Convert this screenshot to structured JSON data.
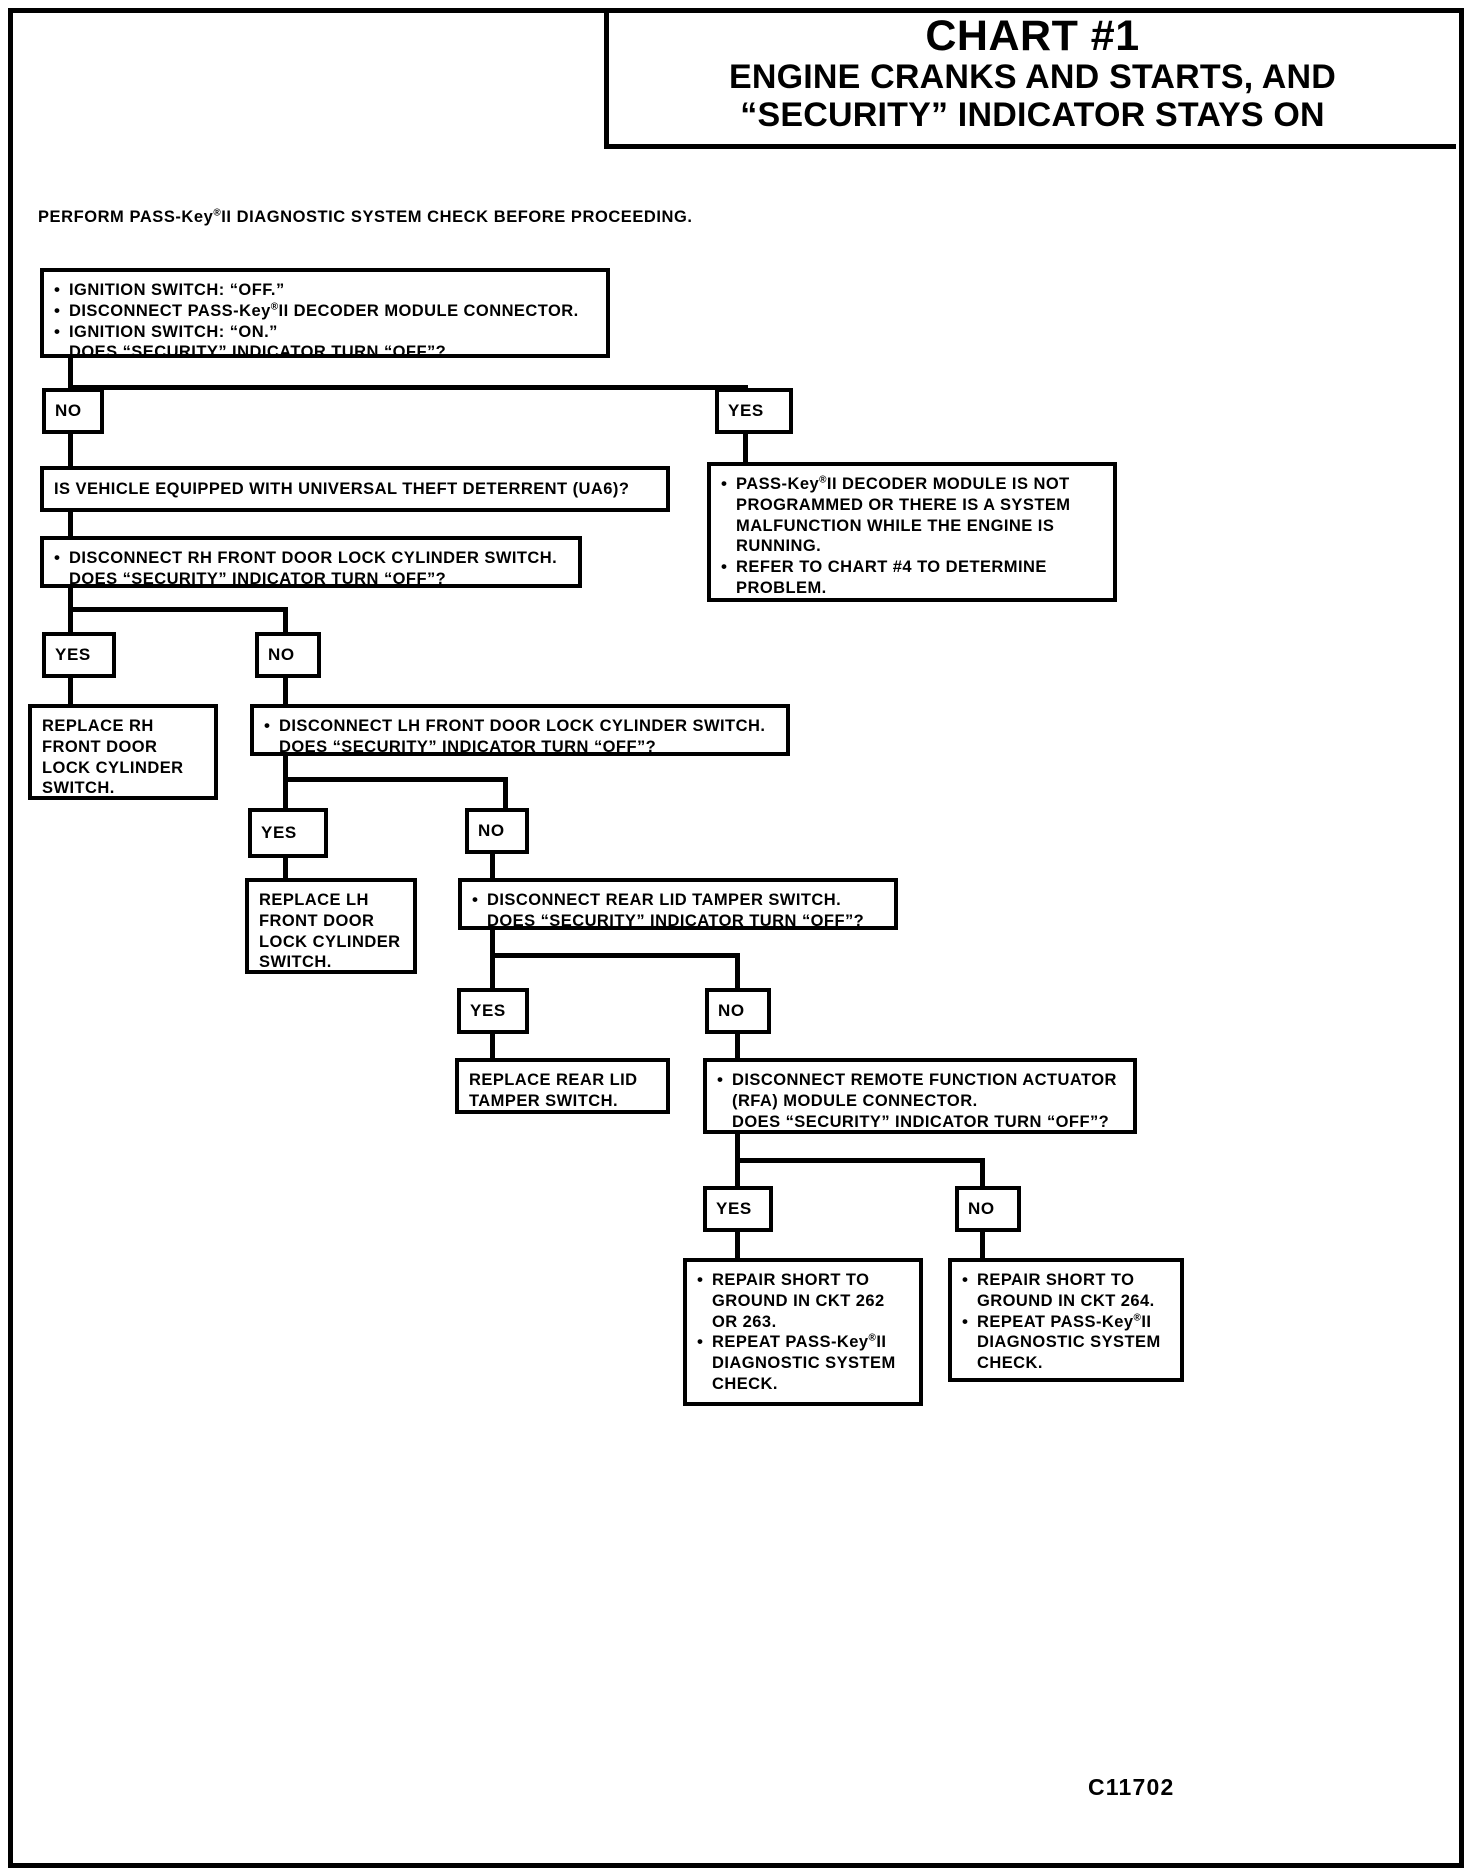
{
  "document": {
    "chart_number": "CHART #1",
    "title_line_1": "ENGINE CRANKS AND STARTS, AND",
    "title_line_2": "“SECURITY” INDICATOR STAYS ON",
    "drawing_code": "C11702",
    "header_note": "PERFORM PASS-Key®II DIAGNOSTIC SYSTEM CHECK BEFORE PROCEEDING."
  },
  "nodes": {
    "step1": {
      "line1": "IGNITION SWITCH: “OFF.”",
      "line2": "DISCONNECT PASS-Key®II DECODER MODULE CONNECTOR.",
      "line3": "IGNITION SWITCH: “ON.”",
      "line4": "DOES “SECURITY” INDICATOR TURN “OFF”?"
    },
    "step1_no": "NO",
    "step1_yes": "YES",
    "result_yes": {
      "line1": "PASS-Key®II DECODER MODULE IS NOT",
      "line2": "PROGRAMMED OR THERE IS A SYSTEM",
      "line3": "MALFUNCTION WHILE THE ENGINE IS",
      "line4": "RUNNING.",
      "line5": "REFER TO CHART #4 TO DETERMINE",
      "line6": "PROBLEM."
    },
    "step2": {
      "line1": "IS VEHICLE EQUIPPED WITH UNIVERSAL THEFT DETERRENT (UA6)?"
    },
    "step3": {
      "line1": "DISCONNECT RH FRONT DOOR LOCK CYLINDER SWITCH.",
      "line2": "DOES “SECURITY” INDICATOR TURN “OFF”?"
    },
    "step3_yes": "YES",
    "step3_no": "NO",
    "result_rh": {
      "line1": "REPLACE RH",
      "line2": "FRONT DOOR",
      "line3": "LOCK CYLINDER",
      "line4": "SWITCH."
    },
    "step4": {
      "line1": "DISCONNECT LH FRONT DOOR LOCK CYLINDER SWITCH.",
      "line2": "DOES “SECURITY” INDICATOR TURN “OFF”?"
    },
    "step4_yes": "YES",
    "step4_no": "NO",
    "result_lh": {
      "line1": "REPLACE LH",
      "line2": "FRONT DOOR",
      "line3": "LOCK CYLINDER",
      "line4": "SWITCH."
    },
    "step5": {
      "line1": "DISCONNECT REAR LID TAMPER SWITCH.",
      "line2": "DOES “SECURITY” INDICATOR TURN “OFF”?"
    },
    "step5_yes": "YES",
    "step5_no": "NO",
    "result_tamper": {
      "line1": "REPLACE REAR LID",
      "line2": "TAMPER SWITCH."
    },
    "step6": {
      "line1": "DISCONNECT REMOTE FUNCTION ACTUATOR",
      "line2": "(RFA) MODULE CONNECTOR.",
      "line3": "DOES “SECURITY” INDICATOR TURN “OFF”?"
    },
    "step6_yes": "YES",
    "step6_no": "NO",
    "result_ckt262": {
      "line1": "REPAIR SHORT TO",
      "line2": "GROUND IN CKT 262",
      "line3": "OR 263.",
      "line4": "REPEAT PASS-Key®II",
      "line5": "DIAGNOSTIC SYSTEM",
      "line6": "CHECK."
    },
    "result_ckt264": {
      "line1": "REPAIR SHORT TO",
      "line2": "GROUND IN CKT 264.",
      "line3": "REPEAT PASS-Key®II",
      "line4": "DIAGNOSTIC SYSTEM",
      "line5": "CHECK."
    }
  }
}
